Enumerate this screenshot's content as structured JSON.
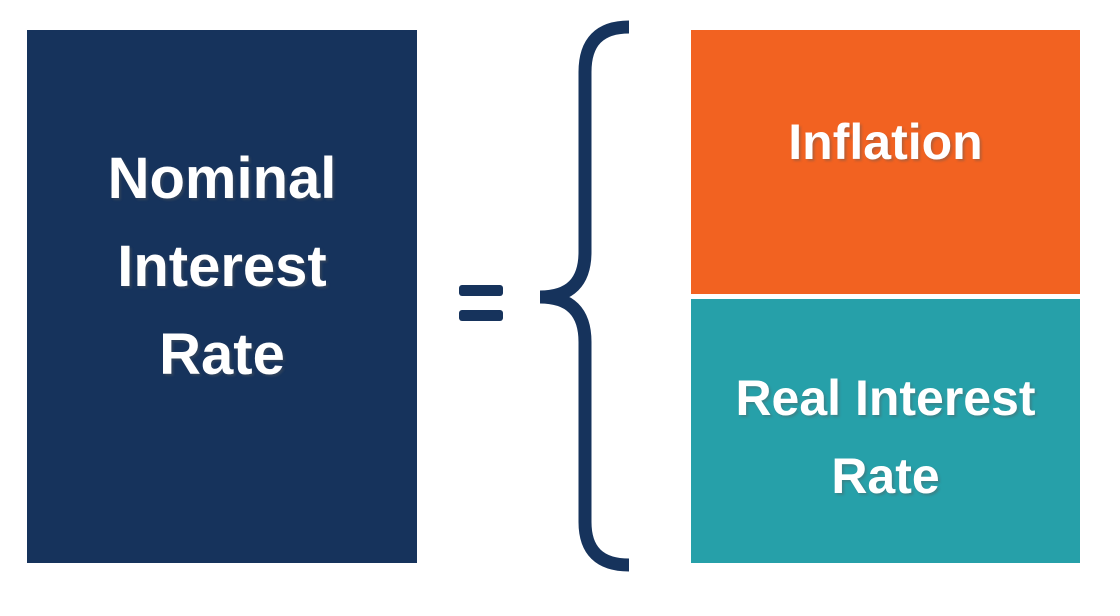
{
  "page": {
    "background_color": "#FFFFFF",
    "accent_navy": "#16335C",
    "accent_orange": "#F26221",
    "accent_teal": "#26A0A9"
  },
  "equation": {
    "summary": "Nominal Interest Rate = Inflation + Real Interest Rate",
    "operator": "=",
    "left": {
      "label": "Nominal Interest Rate",
      "lines": [
        "Nominal",
        "Interest",
        "Rate"
      ],
      "box_color": "#16335C",
      "text_color": "#FFFFFF"
    },
    "brace": {
      "glyph": "{",
      "color": "#16335C"
    },
    "right": [
      {
        "label": "Inflation",
        "lines": [
          "Inflation"
        ],
        "box_color": "#F26221",
        "text_color": "#FFFFFF"
      },
      {
        "label": "Real Interest Rate",
        "lines": [
          "Real Interest",
          "Rate"
        ],
        "box_color": "#26A0A9",
        "text_color": "#FFFFFF"
      }
    ]
  }
}
